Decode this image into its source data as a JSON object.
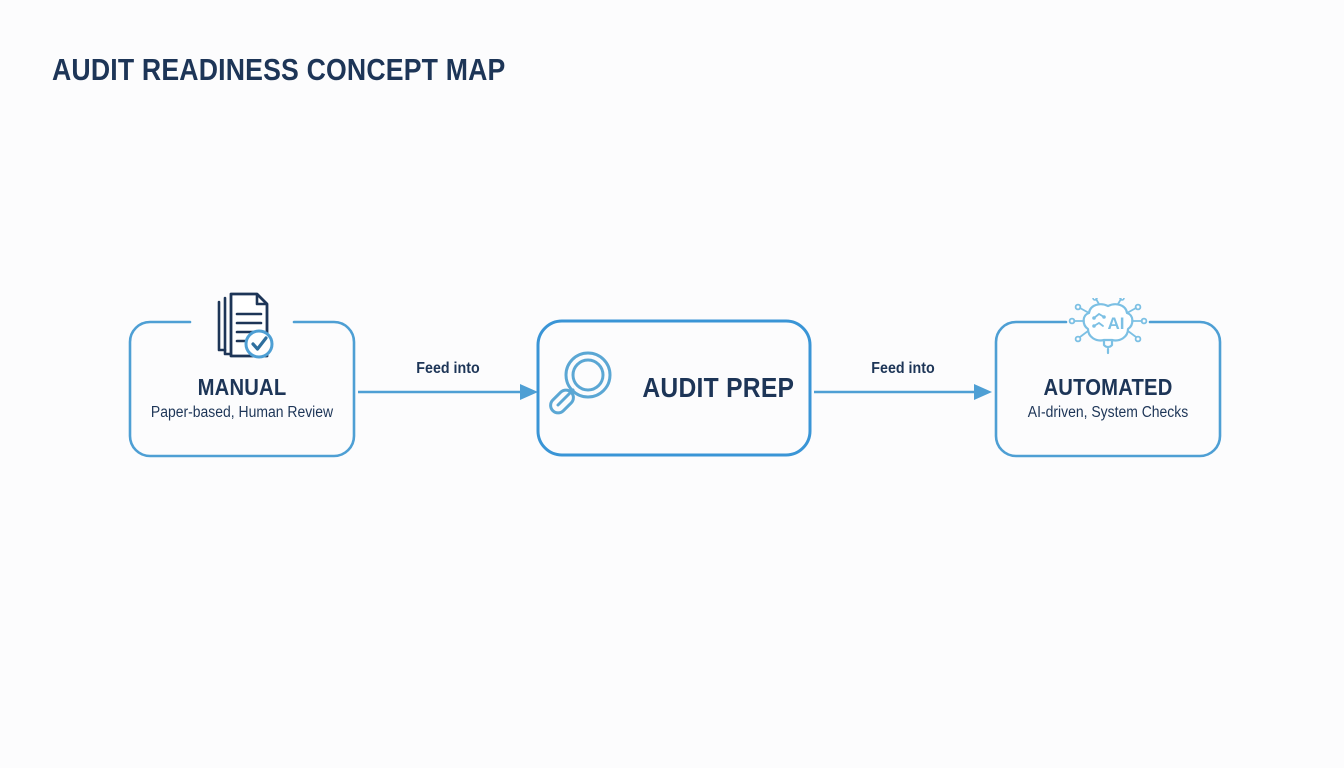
{
  "page": {
    "title": "AUDIT READINESS CONCEPT MAP",
    "background_color": "#fcfcfd",
    "title_color": "#1d3557"
  },
  "theme": {
    "navy": "#1d3557",
    "box_blue": "#4e9fd4",
    "center_blue": "#3a95d6",
    "icon_blue": "#5ba7d4",
    "icon_light_blue": "#7cc0e4",
    "arrow_blue": "#4e9fd4"
  },
  "nodes": [
    {
      "id": "manual",
      "title": "MANUAL",
      "subtitle": "Paper-based, Human Review",
      "icon": "document-check-icon",
      "icon_position": "top-straddle"
    },
    {
      "id": "audit-prep",
      "title": "AUDIT PREP",
      "subtitle": "",
      "icon": "magnifier-icon",
      "icon_position": "inline-left"
    },
    {
      "id": "automated",
      "title": "AUTOMATED",
      "subtitle": "AI-driven, System Checks",
      "icon": "ai-brain-icon",
      "icon_position": "top-straddle"
    }
  ],
  "connectors": [
    {
      "id": "manual-to-audit-prep",
      "label": "Feed into",
      "from": "manual",
      "to": "audit-prep"
    },
    {
      "id": "audit-prep-to-automated",
      "label": "Feed into",
      "from": "audit-prep",
      "to": "automated"
    }
  ]
}
